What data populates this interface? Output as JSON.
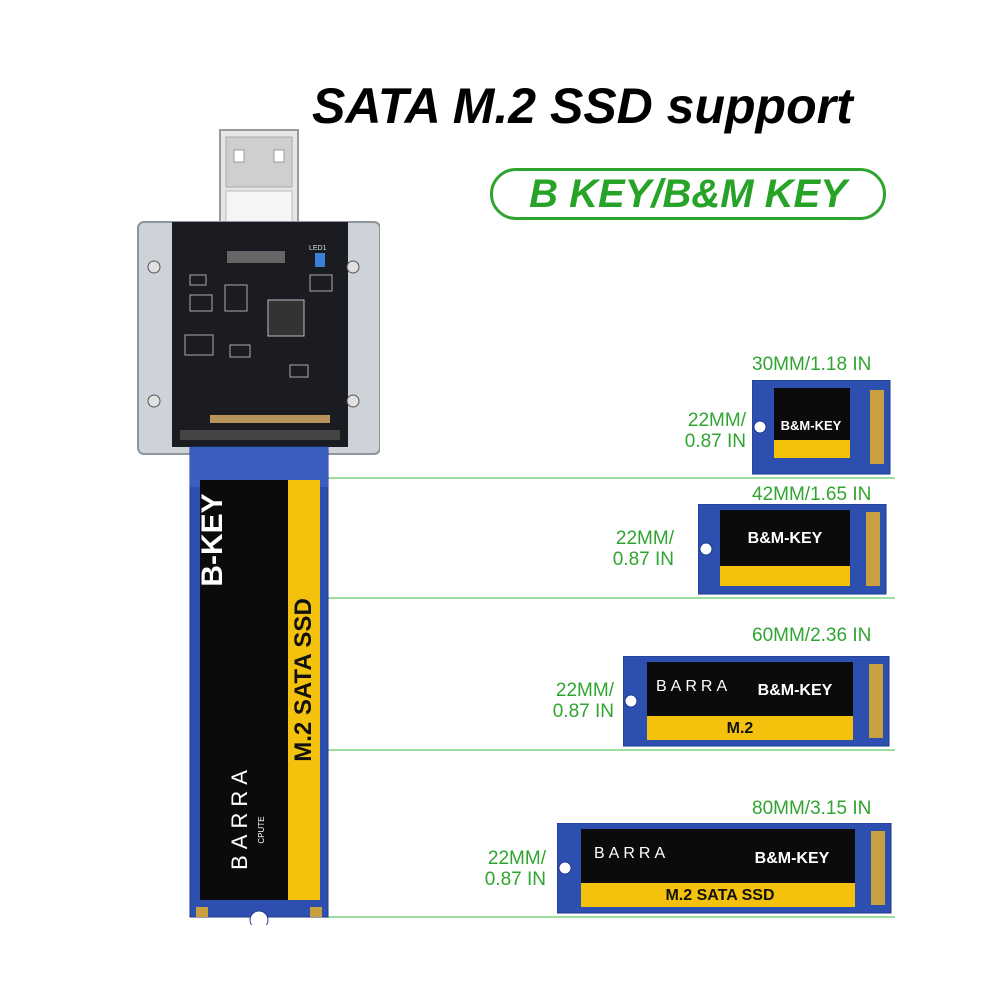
{
  "title": "SATA M.2 SSD support",
  "key_badge": "B KEY/B&M KEY",
  "main_ssd": {
    "key_label": "B-KEY",
    "type_label": "M.2 SATA SSD",
    "brand": "BARRA",
    "brand_sub": "CPUTE"
  },
  "sizes": [
    {
      "length": "30MM/1.18 IN",
      "width_line1": "22MM/",
      "width_line2": "0.87 IN",
      "key": "B&M-KEY",
      "brand": "",
      "bottom": ""
    },
    {
      "length": "42MM/1.65 IN",
      "width_line1": "22MM/",
      "width_line2": "0.87 IN",
      "key": "B&M-KEY",
      "brand": "",
      "bottom": ""
    },
    {
      "length": "60MM/2.36 IN",
      "width_line1": "22MM/",
      "width_line2": "0.87 IN",
      "key": "B&M-KEY",
      "brand": "BARRA",
      "bottom": "M.2"
    },
    {
      "length": "80MM/3.15 IN",
      "width_line1": "22MM/",
      "width_line2": "0.87 IN",
      "key": "B&M-KEY",
      "brand": "BARRA",
      "bottom": "M.2 SATA SSD"
    }
  ],
  "led_label": "LED1",
  "colors": {
    "accent_green": "#2fa52f",
    "pcb_blue": "#2d4fb0",
    "label_yellow": "#f4c20d",
    "label_black": "#0a0a0a"
  }
}
